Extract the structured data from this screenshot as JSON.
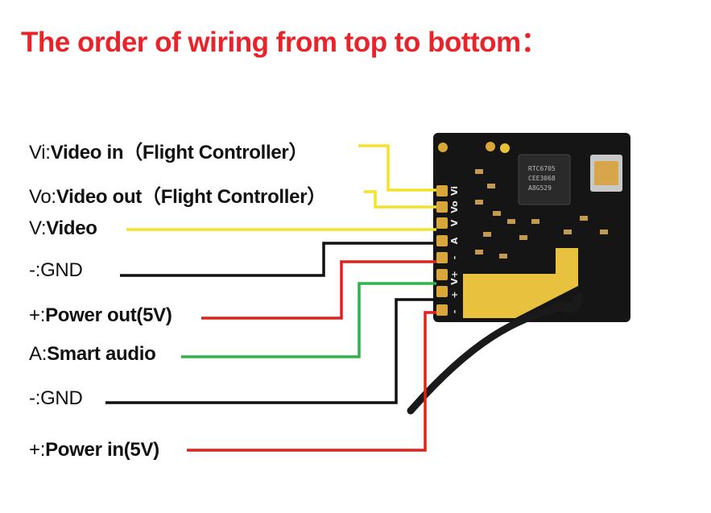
{
  "title": "The order of wiring from top to bottom：",
  "pins": [
    {
      "abbr": "Vi:",
      "name": "Video in",
      "note": "（Flight Controller）",
      "color": "#f2e22a"
    },
    {
      "abbr": "Vo:",
      "name": "Video out",
      "note": "（Flight Controller）",
      "color": "#f2e22a"
    },
    {
      "abbr": "V:",
      "name": "Video",
      "note": "",
      "color": "#f2e22a"
    },
    {
      "abbr": " -:",
      "name": "GND",
      "note": "",
      "color": "#111111"
    },
    {
      "abbr": "+:",
      "name": "Power out(5V)",
      "note": "",
      "color": "#e0201c"
    }
  ],
  "cable": [
    {
      "abbr": "A:",
      "name": "Smart audio",
      "color": "#2fb34a"
    },
    {
      "abbr": " -:",
      "name": "GND",
      "color": "#111111"
    },
    {
      "abbr": "+:",
      "name": "Power in(5V)",
      "color": "#e0201c"
    }
  ],
  "board": {
    "silk_labels": [
      "Vi",
      "Vo",
      "V",
      "A",
      "-",
      "V+",
      "+",
      "-"
    ],
    "chip_text": [
      "RTC6705",
      "CEE3068",
      "A8G529"
    ]
  }
}
